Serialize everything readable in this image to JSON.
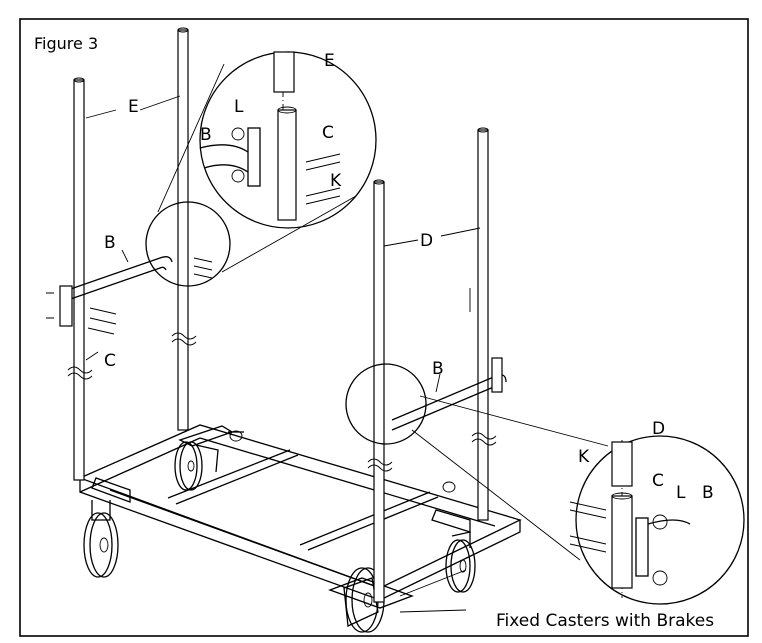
{
  "figure": {
    "title": "Figure 3"
  },
  "labels": {
    "e_left": "E",
    "b_left": "B",
    "c_left": "C",
    "d_right": "D",
    "b_right": "B",
    "zoom1_l": "L",
    "zoom1_e": "E",
    "zoom1_b": "B",
    "zoom1_c": "C",
    "zoom1_k": "K",
    "zoom2_d": "D",
    "zoom2_k": "K",
    "zoom2_c": "C",
    "zoom2_l": "L",
    "zoom2_b": "B"
  },
  "caption": "Fixed Casters with Brakes"
}
